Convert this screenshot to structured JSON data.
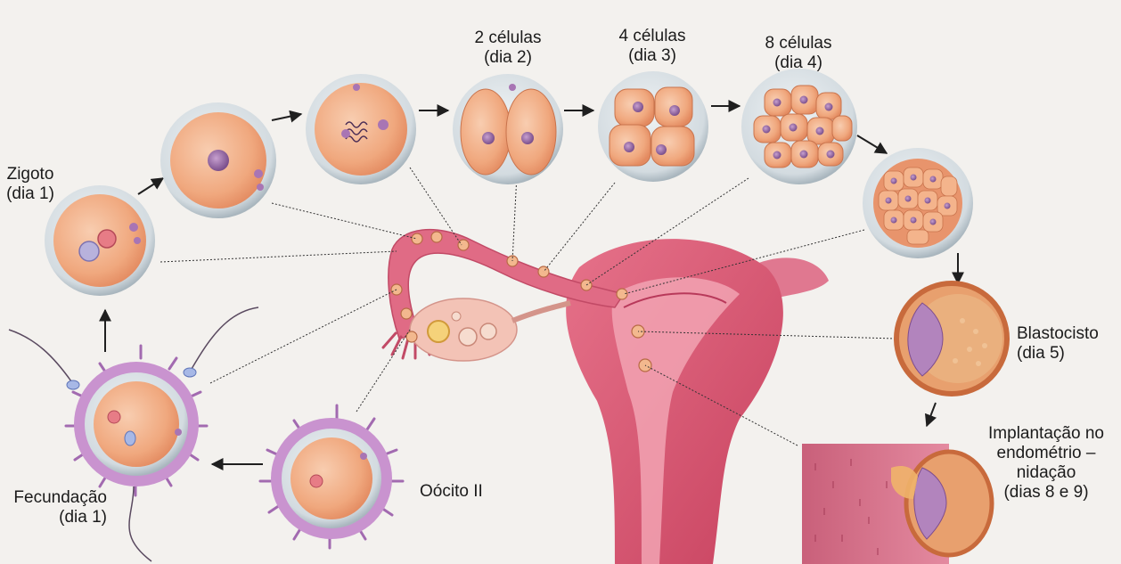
{
  "labels": {
    "zigoto": [
      "Zigoto",
      "(dia 1)"
    ],
    "cell2": [
      "2 células",
      "(dia 2)"
    ],
    "cell4": [
      "4 células",
      "(dia 3)"
    ],
    "cell8": [
      "8 células",
      "(dia 4)"
    ],
    "blastocisto": [
      "Blastocisto",
      "(dia 5)"
    ],
    "implantacao": [
      "Implantação no",
      "endométrio –",
      "nidação",
      "(dias 8 e 9)"
    ],
    "fecundacao": [
      "Fecundação",
      "(dia 1)"
    ],
    "oocito": "Oócito II"
  },
  "colors": {
    "cell": "#f2b58e",
    "cell_dark": "#e8926a",
    "nucleus": "#9a6aa6",
    "uterus": "#d9566f",
    "uterus_light": "#ef8ea0",
    "corona": "#b07ab8",
    "zona": "#cfd6db",
    "arrow": "#1f1f1f"
  }
}
